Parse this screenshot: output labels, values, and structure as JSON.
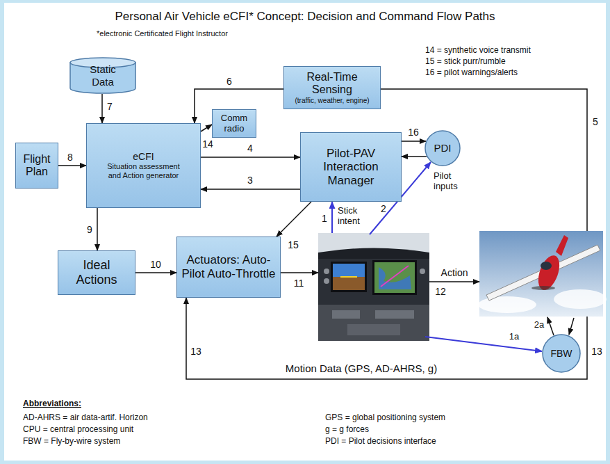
{
  "diagram": {
    "title": "Personal Air Vehicle eCFI* Concept: Decision and Command Flow Paths",
    "nodes": [
      {
        "text": [
          "Static Data"
        ]
      },
      {
        "text": [
          "Real-Time Sensing",
          "(traffic, weather, engine)"
        ]
      },
      {
        "text": [
          "Flight Plan"
        ]
      },
      {
        "text": [
          "eCFI",
          "Situation assessment and Action generator"
        ]
      },
      {
        "text": [
          "Comm radio"
        ]
      },
      {
        "text": [
          "Pilot-PAV Interaction Manager"
        ]
      },
      {
        "text": [
          "PDI"
        ]
      },
      {
        "text": [
          "Ideal Actions"
        ]
      },
      {
        "text": [
          "Actuators: Auto-Pilot Auto-Throttle"
        ]
      },
      {
        "text": [
          "FBW"
        ]
      }
    ],
    "edges": [
      {
        "from": 0,
        "to": 3,
        "label": "7",
        "arrow": "to"
      },
      {
        "from": 1,
        "to": 3,
        "label": "6",
        "arrow": "to"
      },
      {
        "from": 2,
        "to": 3,
        "label": "8",
        "arrow": "to"
      },
      {
        "from": 3,
        "to": 4,
        "label": "14",
        "arrow": "to"
      },
      {
        "from": 3,
        "to": 5,
        "label": "4",
        "arrow": "to"
      },
      {
        "from": 5,
        "to": 3,
        "label": "3",
        "arrow": "to"
      },
      {
        "from": 5,
        "to": 6,
        "label": "16",
        "arrow": "to"
      },
      {
        "from": 6,
        "to": 5,
        "arrow": "to"
      },
      {
        "from": 3,
        "to": 7,
        "label": "9",
        "arrow": "to"
      },
      {
        "from": 7,
        "to": 8,
        "label": "10",
        "arrow": "to"
      },
      {
        "from": 5,
        "to": 8,
        "label": "15",
        "arrow": "to"
      }
    ],
    "labels": [
      "*electronic Certificated Flight Instructor",
      "14 = synthetic voice transmit",
      "15 = stick purr/rumble",
      "16 = pilot warnings/alerts",
      "5",
      "1",
      "Stick intent",
      "2",
      "Pilot inputs",
      "11",
      "Action",
      "12",
      "1a",
      "2a",
      "13",
      "13",
      "Motion Data (GPS, AD-AHRS, g)",
      "Abbreviations:",
      "AD-AHRS = air data-artif. Horizon",
      "CPU = central processing unit",
      "FBW = Fly-by-wire system",
      "GPS = global positioning system",
      "g = g forces",
      "PDI = Pilot decisions interface"
    ]
  }
}
